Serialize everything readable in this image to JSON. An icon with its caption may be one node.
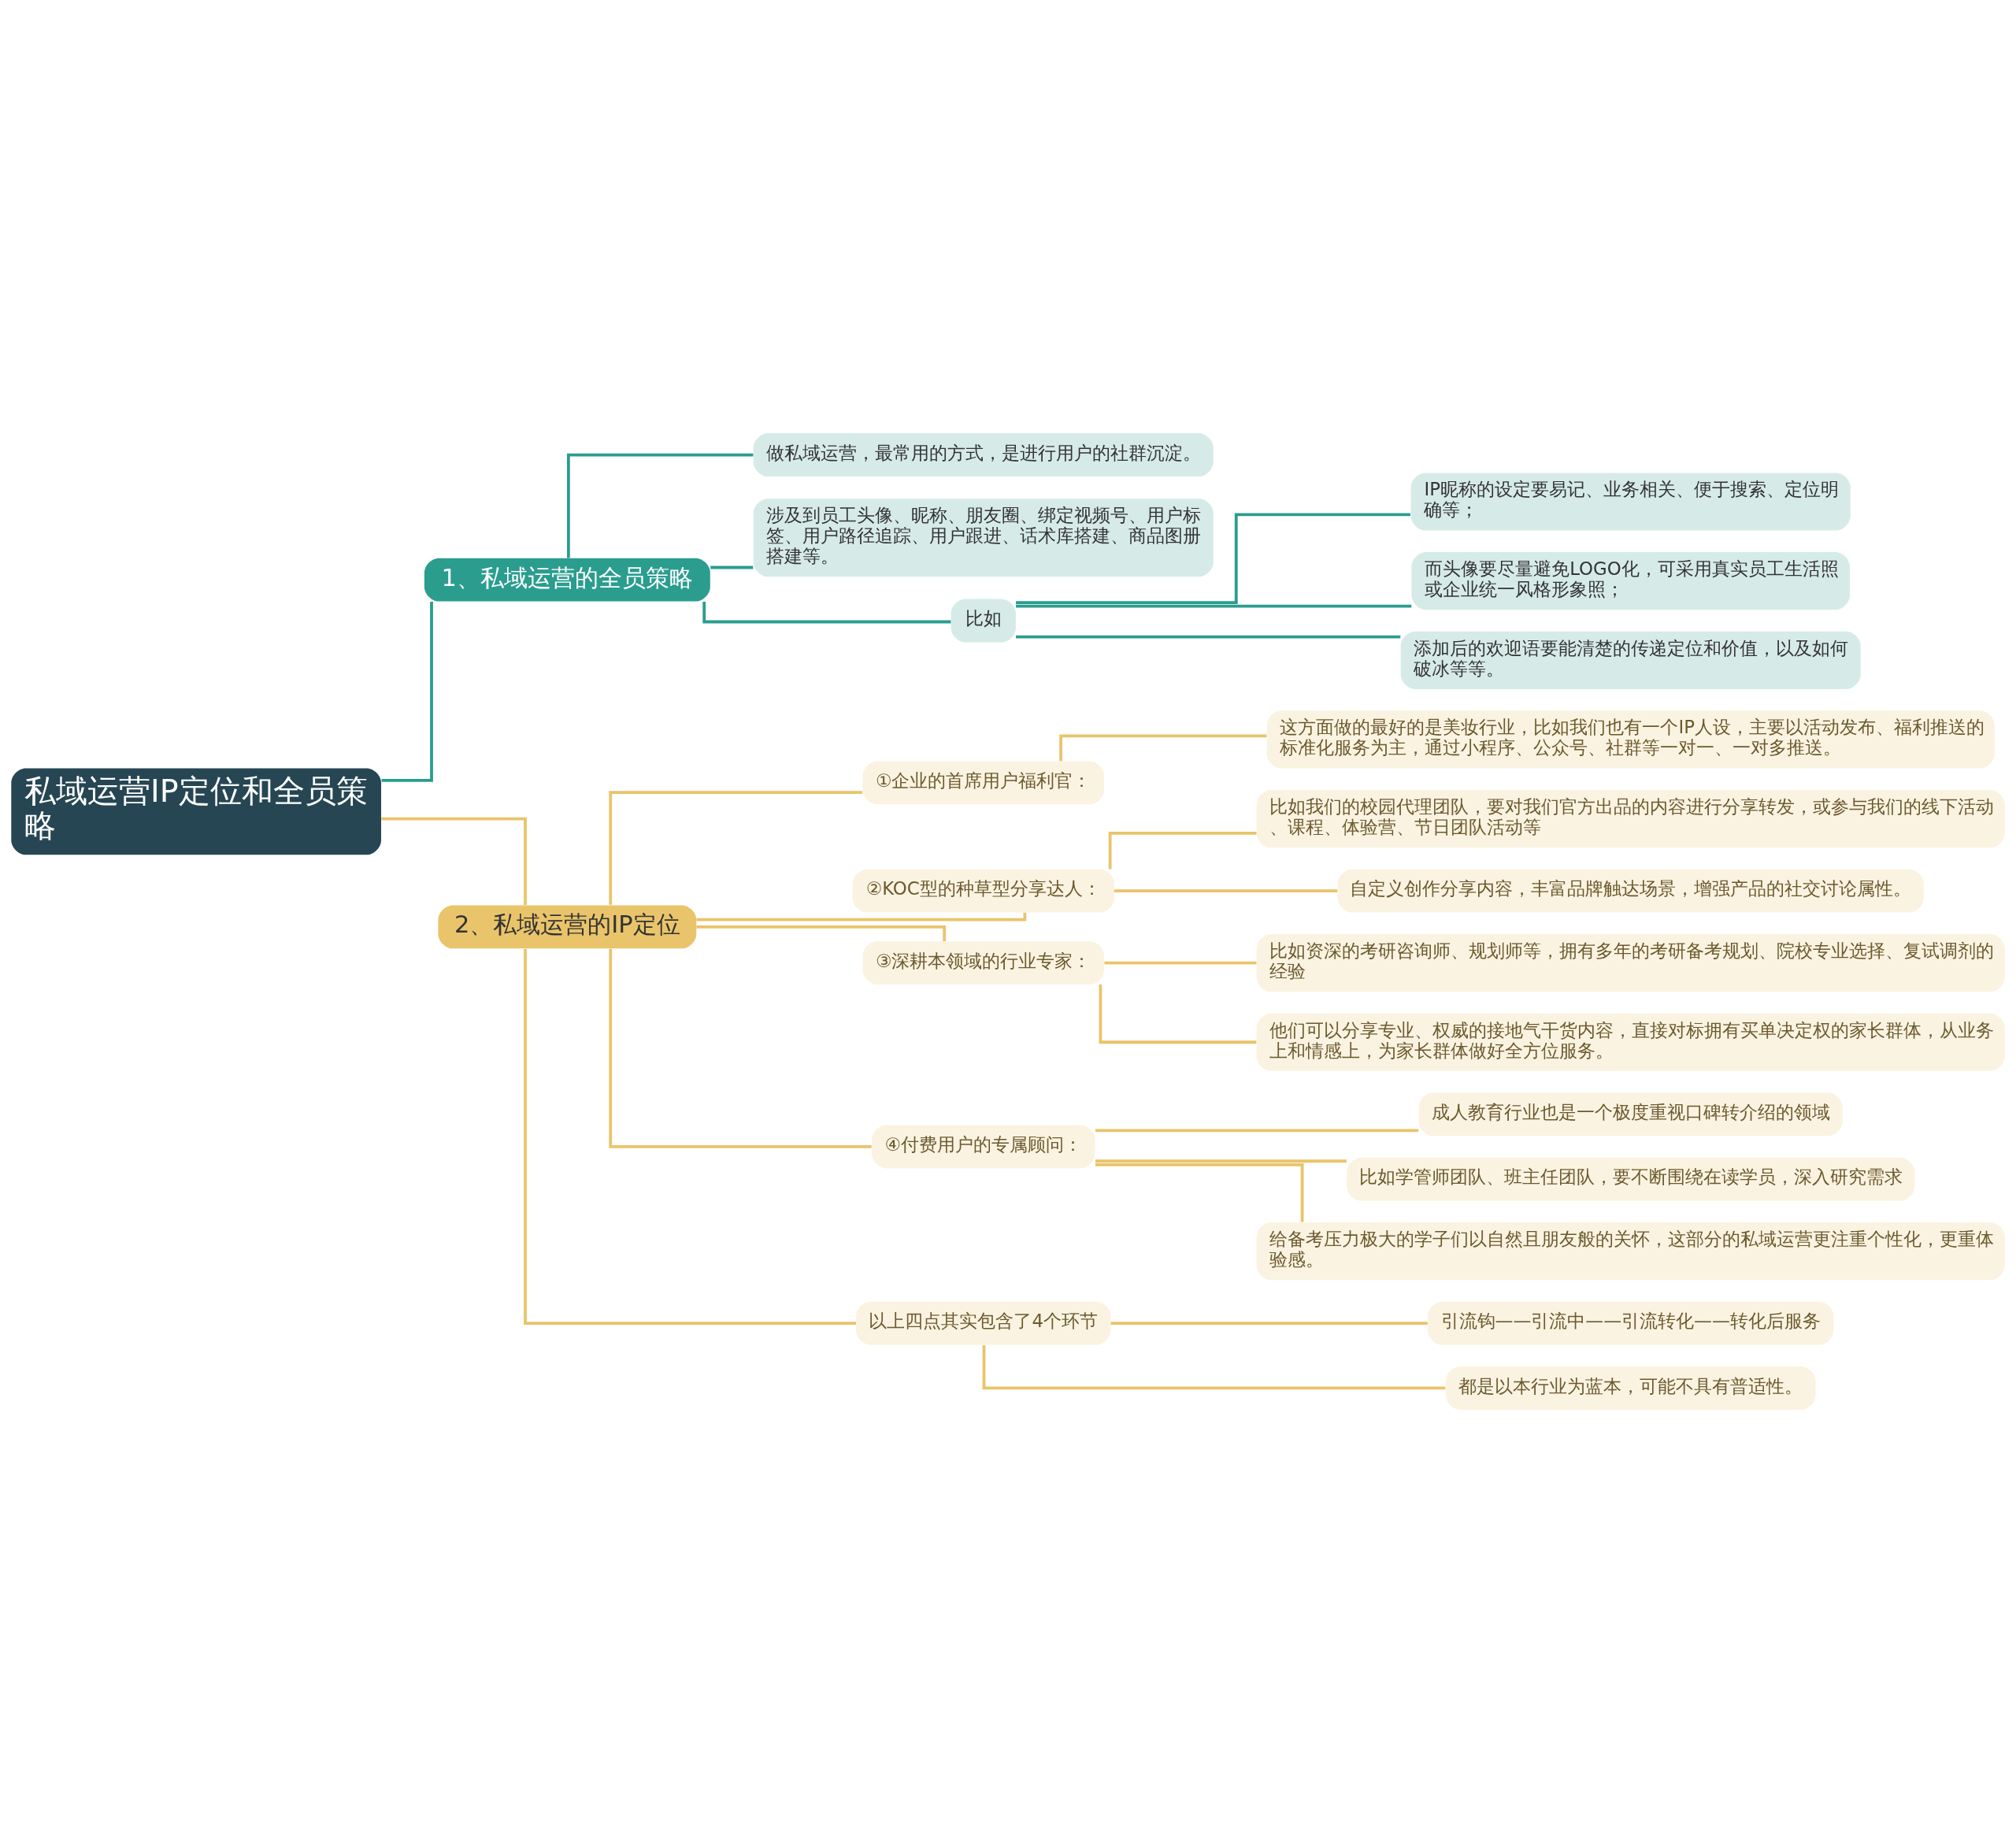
{
  "diagram": {
    "nodes": [
      {
        "text": [
          "私域运营IP定位和全员策略"
        ]
      },
      {
        "text": [
          "1、私域运营的全员策略"
        ]
      },
      {
        "text": [
          "做私域运营，最常用的方式，是进行用户的社群沉淀。"
        ]
      },
      {
        "text": [
          "涉及到员工头像、昵称、朋友圈、绑定视频号、用户标签、用户路径追踪、用户跟进、话术库搭建、商品图册搭建等。"
        ]
      },
      {
        "text": [
          "比如"
        ]
      },
      {
        "text": [
          "IP昵称的设定要易记、业务相关、便于搜索、定位明确等；"
        ]
      },
      {
        "text": [
          "而头像要尽量避免LOGO化，可采用真实员工生活照或企业统一风格形象照；"
        ]
      },
      {
        "text": [
          "添加后的欢迎语要能清楚的传递定位和价值，以及如何破冰等等。"
        ]
      },
      {
        "text": [
          "2、私域运营的IP定位"
        ]
      },
      {
        "text": [
          "①企业的首席用户福利官："
        ]
      },
      {
        "text": [
          "这方面做的最好的是美妆行业，比如我们也有一个IP人设，主要以活动发布、福利推送的标准化服务为主，通过小程序、公众号、社群等一对一、一对多推送。"
        ]
      },
      {
        "text": [
          "②KOC型的种草型分享达人："
        ]
      },
      {
        "text": [
          "比如我们的校园代理团队，要对我们官方出品的内容进行分享转发，或参与我们的线下活动、课程、体验营、节日团队活动等"
        ]
      },
      {
        "text": [
          "自定义创作分享内容，丰富品牌触达场景，增强产品的社交讨论属性。"
        ]
      },
      {
        "text": [
          "③深耕本领域的行业专家："
        ]
      },
      {
        "text": [
          "比如资深的考研咨询师、规划师等，拥有多年的考研备考规划、院校专业选择、复试调剂的经验"
        ]
      },
      {
        "text": [
          "他们可以分享专业、权威的接地气干货内容，直接对标拥有买单决定权的家长群体，从业务上和情感上，为家长群体做好全方位服务。"
        ]
      },
      {
        "text": [
          "④付费用户的专属顾问："
        ]
      },
      {
        "text": [
          "成人教育行业也是一个极度重视口碑转介绍的领域"
        ]
      },
      {
        "text": [
          "比如学管师团队、班主任团队，要不断围绕在读学员，深入研究需求"
        ]
      },
      {
        "text": [
          "给备考压力极大的学子们以自然且朋友般的关怀，这部分的私域运营更注重个性化，更重体验感。"
        ]
      },
      {
        "text": [
          "以上四点其实包含了4个环节"
        ]
      },
      {
        "text": [
          "引流钩——引流中——引流转化——转化后服务"
        ]
      },
      {
        "text": [
          "都是以本行业为蓝本，可能不具有普适性。"
        ]
      }
    ],
    "edges": [
      {
        "from": 0,
        "to": 1,
        "arrow": "none",
        "color": "#2a9d8f"
      },
      {
        "from": 1,
        "to": 2,
        "arrow": "none",
        "color": "#2a9d8f"
      },
      {
        "from": 1,
        "to": 3,
        "arrow": "none",
        "color": "#2a9d8f"
      },
      {
        "from": 1,
        "to": 4,
        "arrow": "none",
        "color": "#2a9d8f"
      },
      {
        "from": 4,
        "to": 5,
        "arrow": "none",
        "color": "#2a9d8f"
      },
      {
        "from": 4,
        "to": 6,
        "arrow": "none",
        "color": "#2a9d8f"
      },
      {
        "from": 4,
        "to": 7,
        "arrow": "none",
        "color": "#2a9d8f"
      },
      {
        "from": 0,
        "to": 8,
        "arrow": "none"
      },
      {
        "from": 8,
        "to": 9,
        "arrow": "none"
      },
      {
        "from": 9,
        "to": 10,
        "arrow": "none"
      },
      {
        "from": 8,
        "to": 11,
        "arrow": "none"
      },
      {
        "from": 11,
        "to": 12,
        "arrow": "none"
      },
      {
        "from": 11,
        "to": 13,
        "arrow": "none"
      },
      {
        "from": 8,
        "to": 14,
        "arrow": "none"
      },
      {
        "from": 14,
        "to": 15,
        "arrow": "none"
      },
      {
        "from": 14,
        "to": 16,
        "arrow": "none"
      },
      {
        "from": 8,
        "to": 17,
        "arrow": "none"
      },
      {
        "from": 17,
        "to": 18,
        "arrow": "none"
      },
      {
        "from": 17,
        "to": 19,
        "arrow": "none"
      },
      {
        "from": 17,
        "to": 20,
        "arrow": "none"
      },
      {
        "from": 8,
        "to": 21,
        "arrow": "none"
      },
      {
        "from": 21,
        "to": 22,
        "arrow": "none"
      },
      {
        "from": 21,
        "to": 23,
        "arrow": "none"
      }
    ]
  }
}
